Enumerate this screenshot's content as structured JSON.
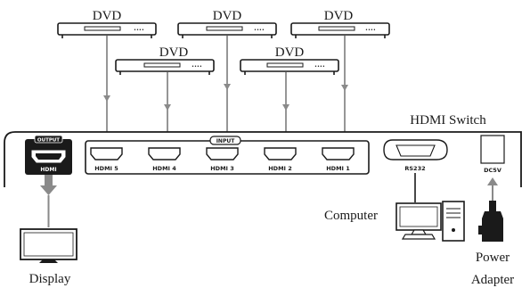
{
  "dvd_label": "DVD",
  "switch_label": "HDMI Switch",
  "output_tag": "OUTPUT",
  "input_tag": "INPUT",
  "output_port_label": "HDMI",
  "input_ports": [
    "HDMI 5",
    "HDMI 4",
    "HDMI 3",
    "HDMI 2",
    "HDMI 1"
  ],
  "rs232_label": "RS232",
  "dc_label": "DC5V",
  "computer_label": "Computer",
  "display_label": "Display",
  "power_label_line1": "Power",
  "power_label_line2": "Adapter",
  "dvd_button_dots": "••••",
  "colors": {
    "ink": "#1a1a1a",
    "arrow": "#8a8a8a",
    "fill": "#ffffff"
  }
}
